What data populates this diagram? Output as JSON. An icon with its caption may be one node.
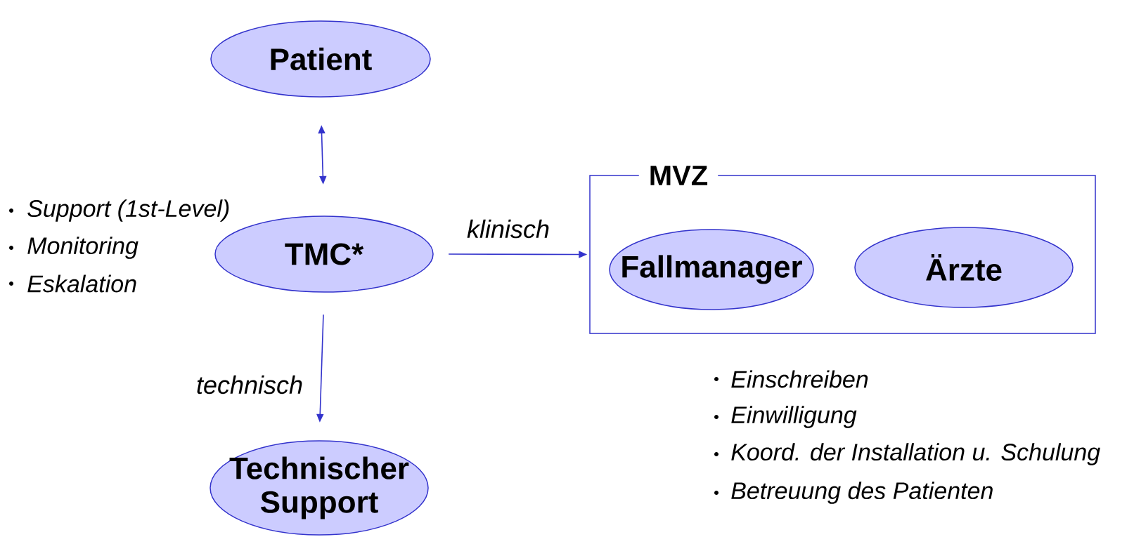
{
  "diagram": {
    "nodes": [
      {
        "text": [
          "Patient"
        ]
      },
      {
        "text": [
          "TMC*"
        ],
        "beside": [
          "Support (1st-Level)",
          "Monitoring",
          "Eskalation"
        ]
      },
      {
        "text": [
          "Technischer Support"
        ]
      },
      {
        "text": [
          "MVZ"
        ],
        "beside": [
          "Einschreiben",
          "Einwilligung",
          "Koord. der Installation u. Schulung",
          "Betreuung des Patienten"
        ]
      },
      {
        "text": [
          "Fallmanager"
        ],
        "in": 3
      },
      {
        "text": [
          "Ärzte"
        ],
        "in": 3
      }
    ],
    "edges": [
      {
        "from": 0,
        "to": 1,
        "arrow": "both"
      },
      {
        "from": 1,
        "to": 3,
        "arrow": "to",
        "label": "klinisch"
      },
      {
        "from": 1,
        "to": 2,
        "arrow": "to",
        "label": "technisch"
      }
    ]
  }
}
